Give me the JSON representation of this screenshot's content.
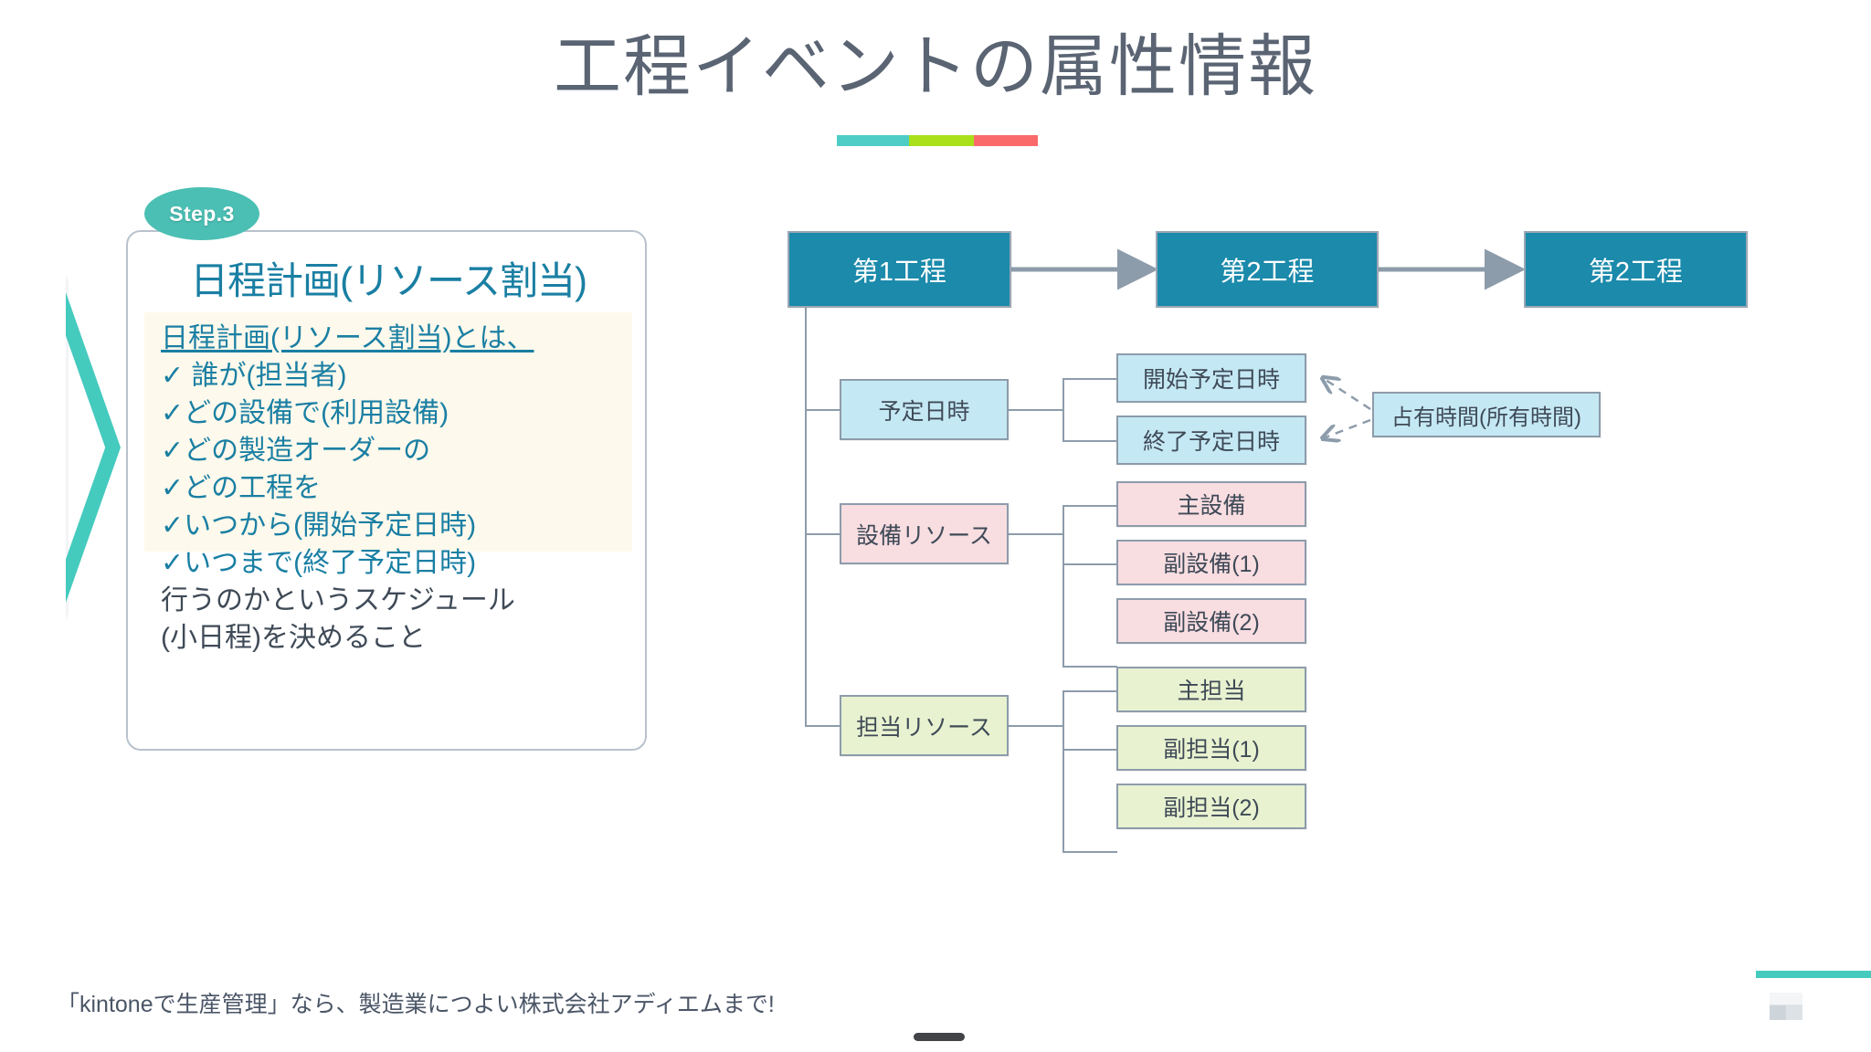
{
  "slide": {
    "title": "工程イベントの属性情報",
    "accent_colors": [
      "#4ecdc7",
      "#aae01a",
      "#fa6a6a"
    ]
  },
  "step_card": {
    "badge": "Step.3",
    "heading": "日程計画(リソース割当)",
    "heading_color": "#1a7fa3",
    "body_lines": [
      {
        "text": "日程計画(リソース割当)とは、",
        "style": "underline"
      },
      {
        "text": "✓ 誰が(担当者)",
        "style": "tick"
      },
      {
        "text": "✓どの設備で(利用設備)",
        "style": "tick"
      },
      {
        "text": "✓どの製造オーダーの",
        "style": "tick"
      },
      {
        "text": "✓どの工程を",
        "style": "tick"
      },
      {
        "text": "✓いつから(開始予定日時)",
        "style": "tick"
      },
      {
        "text": "✓いつまで(終了予定日時)",
        "style": "tick"
      },
      {
        "text": "行うのかというスケジュール",
        "style": "dark"
      },
      {
        "text": "(小日程)を決めること",
        "style": "dark"
      }
    ]
  },
  "diagram": {
    "processes": [
      {
        "label": "第1工程"
      },
      {
        "label": "第2工程"
      },
      {
        "label": "第2工程"
      }
    ],
    "categories": [
      {
        "label": "予定日時",
        "color": "#c5e9f4",
        "children": [
          {
            "label": "開始予定日時"
          },
          {
            "label": "終了予定日時"
          }
        ]
      },
      {
        "label": "設備リソース",
        "color": "#f8dde1",
        "children": [
          {
            "label": "主設備"
          },
          {
            "label": "副設備(1)"
          },
          {
            "label": "副設備(2)"
          }
        ]
      },
      {
        "label": "担当リソース",
        "color": "#e8f2d0",
        "children": [
          {
            "label": "主担当"
          },
          {
            "label": "副担当(1)"
          },
          {
            "label": "副担当(2)"
          }
        ]
      }
    ],
    "annotation": {
      "label": "占有時間(所有時間)"
    }
  },
  "footer": {
    "text": "「kintoneで生産管理」なら、製造業につよい株式会社アディエムまで!",
    "bar_color": "#45cabe"
  }
}
